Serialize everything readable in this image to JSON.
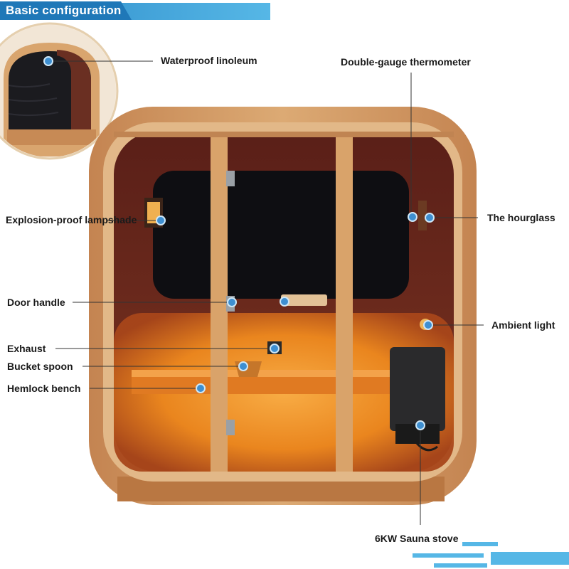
{
  "header": {
    "title": "Basic configuration"
  },
  "colors": {
    "accent_blue": "#4aa9dc",
    "wood_light": "#d7a06b",
    "wood_dark": "#a8663a",
    "interior_red": "#6b2a1e",
    "glow_orange": "#f59a2a",
    "glass_dark": "#101014",
    "marker_blue": "#3e8fd1"
  },
  "callouts": [
    {
      "id": "waterproof-linoleum",
      "label": "Waterproof linoleum"
    },
    {
      "id": "double-gauge-thermometer",
      "label": "Double-gauge thermometer"
    },
    {
      "id": "explosion-proof-lampshade",
      "label": "Explosion-proof lampshade"
    },
    {
      "id": "the-hourglass",
      "label": "The hourglass"
    },
    {
      "id": "door-handle",
      "label": "Door handle"
    },
    {
      "id": "ambient-light",
      "label": "Ambient light"
    },
    {
      "id": "exhaust",
      "label": "Exhaust"
    },
    {
      "id": "bucket-spoon",
      "label": "Bucket spoon"
    },
    {
      "id": "hemlock-bench",
      "label": "Hemlock bench"
    },
    {
      "id": "sauna-stove",
      "label": "6KW Sauna stove"
    }
  ]
}
